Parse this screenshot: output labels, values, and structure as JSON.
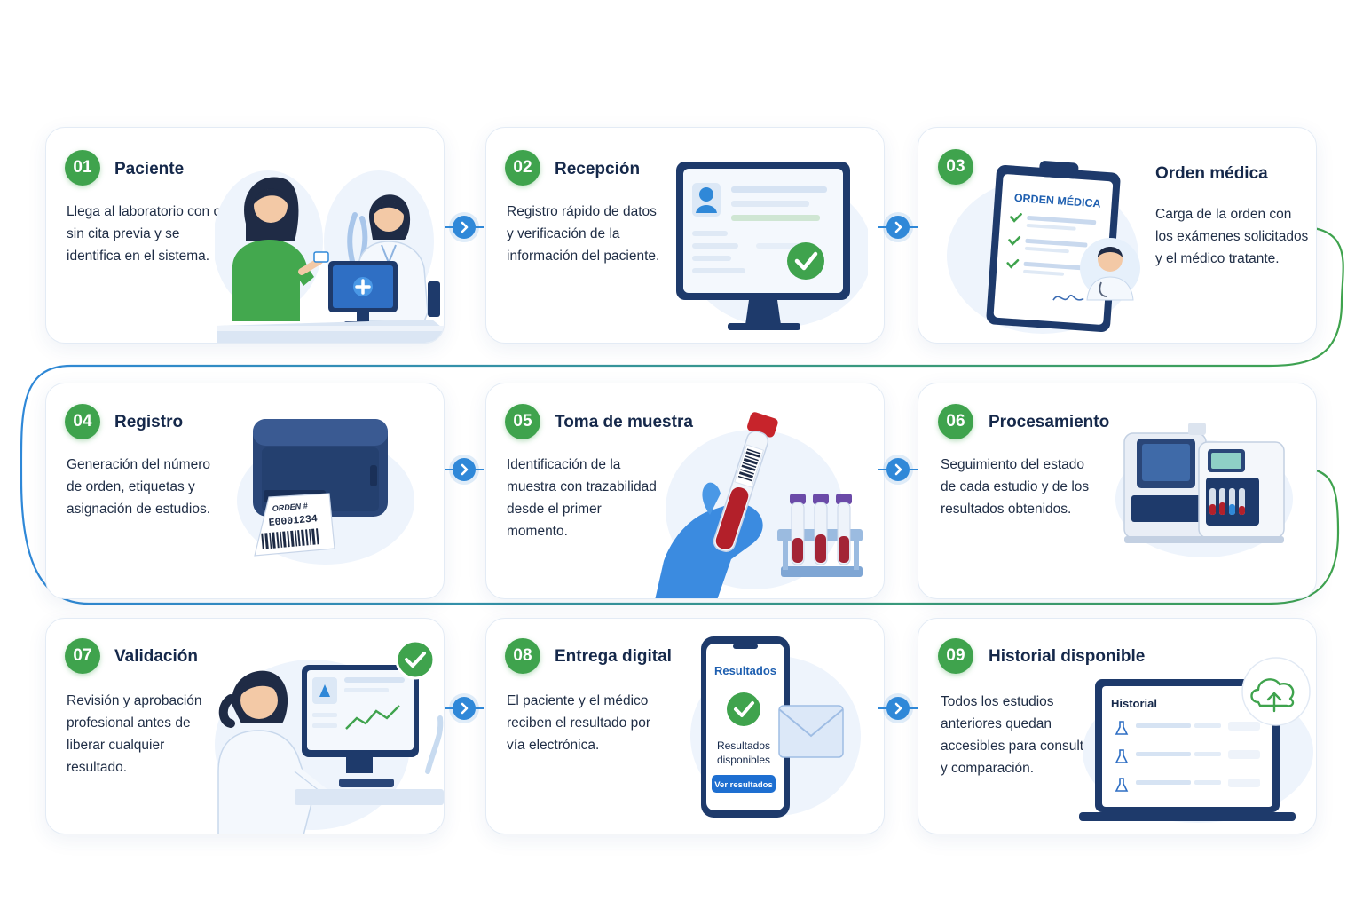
{
  "steps": [
    {
      "num": "01",
      "title": "Paciente",
      "desc": "Llega al laboratorio con o sin cita previa y se identifica en el sistema."
    },
    {
      "num": "02",
      "title": "Recepción",
      "desc": "Registro rápido de datos y verificación de la información del paciente."
    },
    {
      "num": "03",
      "title": "Orden médica",
      "desc": "Carga de la orden con los exámenes solicitados y el médico tratante."
    },
    {
      "num": "04",
      "title": "Registro",
      "desc": "Generación del número de orden, etiquetas y asignación de estudios."
    },
    {
      "num": "05",
      "title": "Toma de muestra",
      "desc": "Identificación de la muestra con trazabilidad desde el primer momento."
    },
    {
      "num": "06",
      "title": "Procesamiento",
      "desc": "Seguimiento del estado de cada estudio y de los resultados obtenidos."
    },
    {
      "num": "07",
      "title": "Validación",
      "desc": "Revisión y aprobación profesional antes de liberar cualquier resultado."
    },
    {
      "num": "08",
      "title": "Entrega digital",
      "desc": "El paciente y el médico reciben el resultado por vía electrónica."
    },
    {
      "num": "09",
      "title": "Historial disponible",
      "desc": "Todos los estudios anteriores quedan accesibles para consulta y comparación."
    }
  ],
  "illustrations": {
    "order_form_title": "ORDEN MÉDICA",
    "label_line1": "ORDEN #",
    "label_line2": "E0001234",
    "phone_header": "Resultados",
    "phone_status_line1": "Resultados",
    "phone_status_line2": "disponibles",
    "phone_button": "Ver resultados",
    "laptop_header": "Historial"
  },
  "colors": {
    "green": "#3fa34d",
    "blue": "#2f88d8",
    "navy": "#1e3a6b"
  }
}
